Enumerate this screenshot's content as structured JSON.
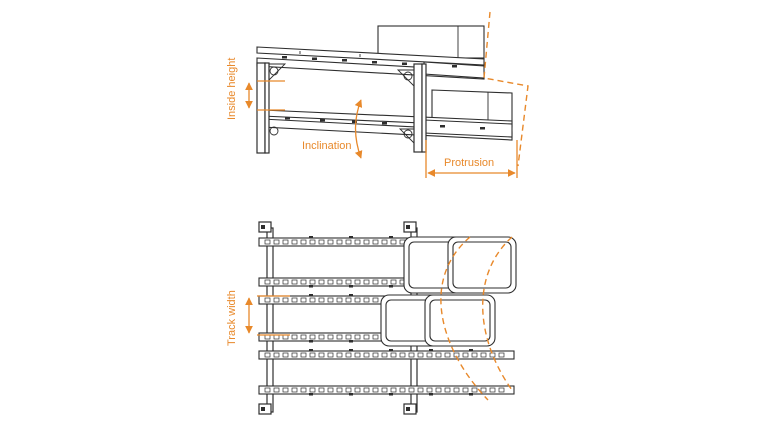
{
  "labels": {
    "inside_height": "Inside height",
    "inclination": "Inclination",
    "protrusion": "Protrusion",
    "track_width": "Track width"
  },
  "colors": {
    "accent": "#e8892b",
    "line": "#2e2e2e",
    "background": "#ffffff"
  }
}
